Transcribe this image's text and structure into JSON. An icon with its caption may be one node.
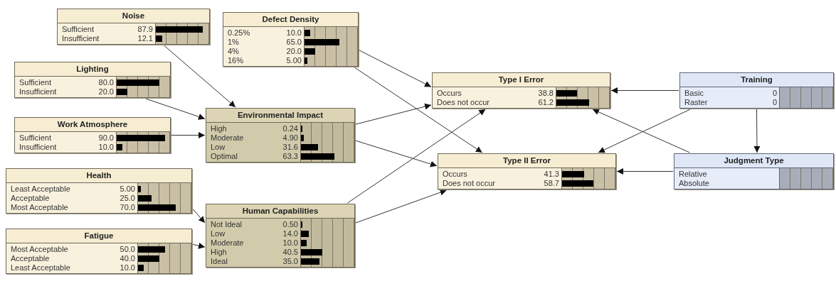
{
  "diagram": {
    "nodes": [
      {
        "text": [
          "Noise",
          "Sufficient",
          "87.9",
          "Insufficient",
          "12.1"
        ]
      },
      {
        "text": [
          "Defect Density",
          "0.25%",
          "10.0",
          "1%",
          "65.0",
          "4%",
          "20.0",
          "16%",
          "5.00"
        ]
      },
      {
        "text": [
          "Lighting",
          "Sufficient",
          "80.0",
          "Insufficient",
          "20.0"
        ]
      },
      {
        "text": [
          "Type I Error",
          "Occurs",
          "38.8",
          "Does not occur",
          "61.2"
        ]
      },
      {
        "text": [
          "Training",
          "Basic",
          "0",
          "Raster",
          "0"
        ]
      },
      {
        "text": [
          "Work Atmosphere",
          "Sufficient",
          "90.0",
          "Insufficient",
          "10.0"
        ]
      },
      {
        "text": [
          "Environmental Impact",
          "High",
          "0.24",
          "Moderate",
          "4.90",
          "Low",
          "31.6",
          "Optimal",
          "63.3"
        ]
      },
      {
        "text": [
          "Type II Error",
          "Occurs",
          "41.3",
          "Does not occur",
          "58.7"
        ]
      },
      {
        "text": [
          "Judgment Type",
          "Relative",
          "Absolute"
        ]
      },
      {
        "text": [
          "Health",
          "Least Acceptable",
          "5.00",
          "Acceptable",
          "25.0",
          "Most Acceptable",
          "70.0"
        ]
      },
      {
        "text": [
          "Human Capabilities",
          "Not Ideal",
          "0.50",
          "Low",
          "14.0",
          "Moderate",
          "10.0",
          "High",
          "40.5",
          "Ideal",
          "35.0"
        ]
      },
      {
        "text": [
          "Fatigue",
          "Most Acceptable",
          "50.0",
          "Acceptable",
          "40.0",
          "Least Acceptable",
          "10.0"
        ]
      }
    ],
    "edges": [
      {
        "from": 0,
        "to": 6,
        "arrow": "to"
      },
      {
        "from": 2,
        "to": 6,
        "arrow": "to"
      },
      {
        "from": 5,
        "to": 6,
        "arrow": "to"
      },
      {
        "from": 9,
        "to": 10,
        "arrow": "to"
      },
      {
        "from": 11,
        "to": 10,
        "arrow": "to"
      },
      {
        "from": 1,
        "to": 3,
        "arrow": "to"
      },
      {
        "from": 1,
        "to": 7,
        "arrow": "to"
      },
      {
        "from": 6,
        "to": 3,
        "arrow": "to"
      },
      {
        "from": 6,
        "to": 7,
        "arrow": "to"
      },
      {
        "from": 10,
        "to": 3,
        "arrow": "to"
      },
      {
        "from": 10,
        "to": 7,
        "arrow": "to"
      },
      {
        "from": 4,
        "to": 3,
        "arrow": "to"
      },
      {
        "from": 4,
        "to": 7,
        "arrow": "to"
      },
      {
        "from": 4,
        "to": 8,
        "arrow": "to"
      },
      {
        "from": 8,
        "to": 3,
        "arrow": "to"
      },
      {
        "from": 8,
        "to": 7,
        "arrow": "to"
      }
    ]
  }
}
